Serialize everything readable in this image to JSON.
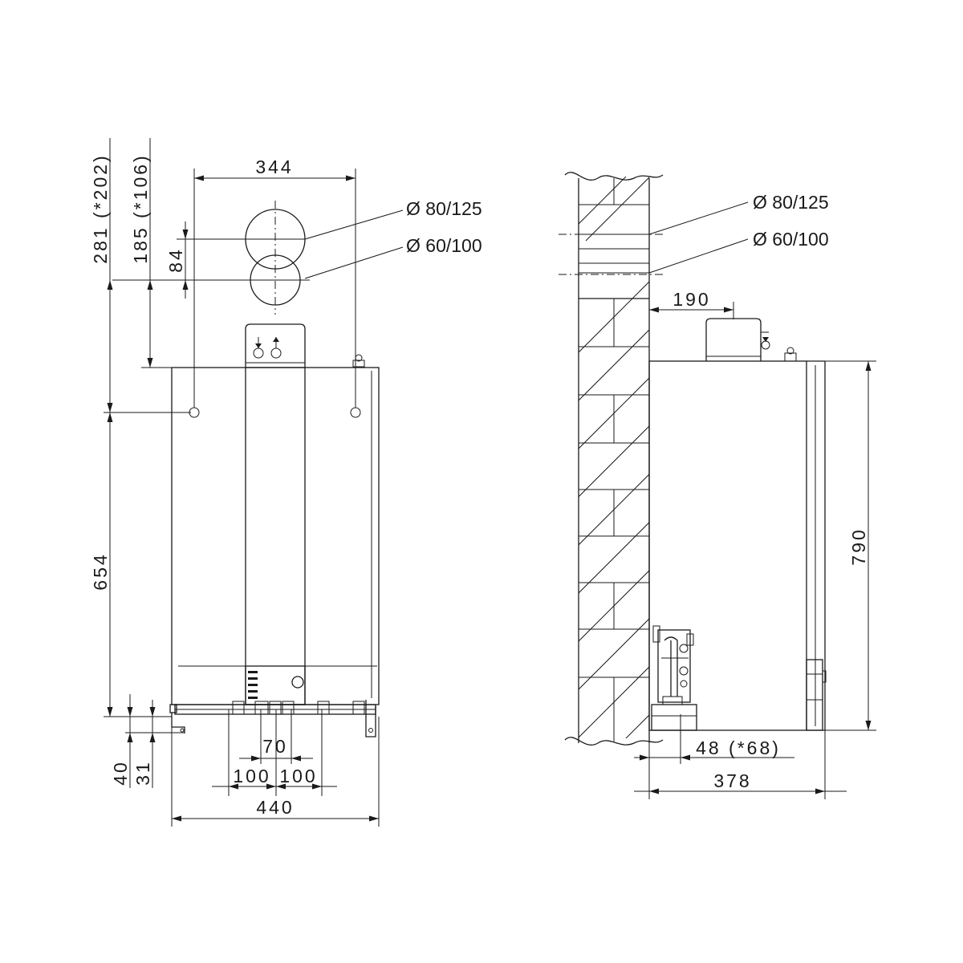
{
  "front_view": {
    "width_top": "344",
    "pipe_label_large": "Ø 80/125",
    "pipe_label_small": "Ø 60/100",
    "height_left_1": "281 (*202)",
    "height_left_2": "185 (*106)",
    "offset_84": "84",
    "height_654": "654",
    "bottom_40": "40",
    "bottom_31": "31",
    "spacing_70": "70",
    "spacing_100_a": "100",
    "spacing_100_b": "100",
    "width_440": "440"
  },
  "side_view": {
    "pipe_label_large": "Ø 80/125",
    "pipe_label_small": "Ø 60/100",
    "offset_190": "190",
    "height_790": "790",
    "depth_48": "48 (*68)",
    "depth_378": "378"
  }
}
